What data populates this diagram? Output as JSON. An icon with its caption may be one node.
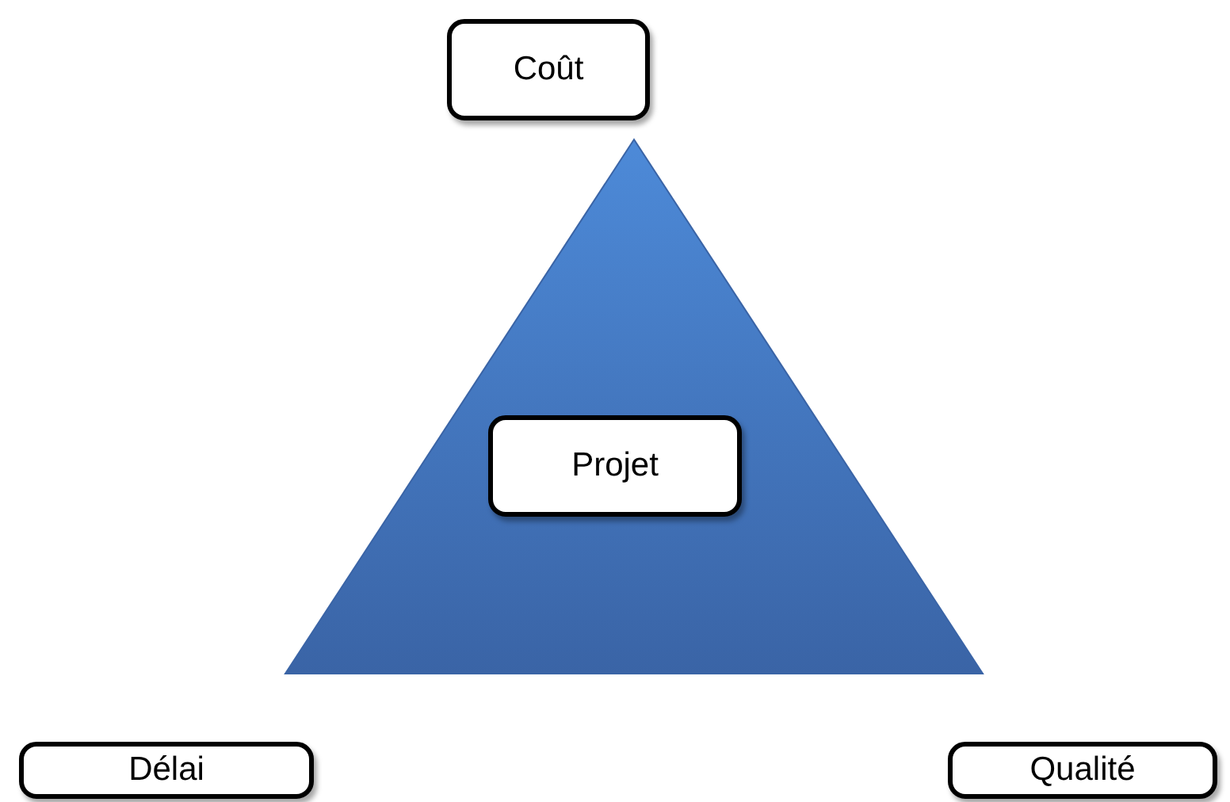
{
  "diagram": {
    "nodes": [
      {
        "text": [
          "Coût"
        ]
      },
      {
        "text": [],
        "shape": "triangle"
      },
      {
        "text": [
          "Projet"
        ],
        "in": 1
      },
      {
        "text": [
          "Délai"
        ]
      },
      {
        "text": [
          "Qualité"
        ]
      }
    ]
  }
}
